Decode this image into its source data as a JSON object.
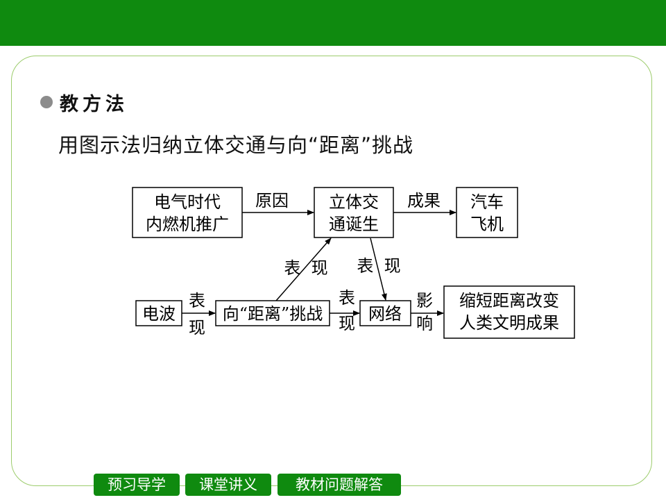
{
  "section": {
    "title": "教方法"
  },
  "subtitle": "用图示法归纳立体交通与向“距离”挑战",
  "diagram": {
    "nodes": {
      "electric_age": [
        "电气时代",
        "内燃机推广"
      ],
      "transport": [
        "立体交",
        "通诞生"
      ],
      "cars": [
        "汽车",
        "飞机"
      ],
      "radio": [
        "电波"
      ],
      "distance": [
        "向“距离”挑战"
      ],
      "network": [
        "网络"
      ],
      "result": [
        "缩短距离改变",
        "人类文明成果"
      ]
    },
    "edges": {
      "cause": "原因",
      "effect": "成果",
      "manifest_up": "表  现",
      "manifest_down": "表  现",
      "radio_to_distance": [
        "表",
        "现"
      ],
      "distance_to_network": [
        "表",
        "现"
      ],
      "influence": [
        "影",
        "响"
      ]
    }
  },
  "nav": {
    "tabs": [
      "预习导学",
      "课堂讲义",
      "教材问题解答"
    ]
  }
}
